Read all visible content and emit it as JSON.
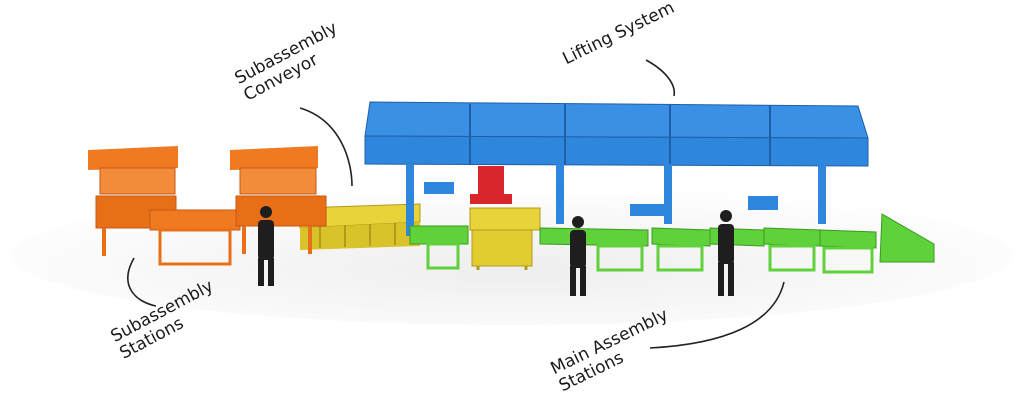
{
  "labels": {
    "subassembly_conveyor": [
      "Subassembly",
      "Conveyor"
    ],
    "lifting_system": "Lifting System",
    "subassembly_stations": [
      "Subassembly",
      "Stations"
    ],
    "main_assembly_stations": [
      "Main Assembly",
      "Stations"
    ]
  },
  "colors": {
    "subassembly_stations": "#f07a22",
    "conveyor": "#e8d33a",
    "lifting_frame": "#2f86dd",
    "main_stations": "#5fd13a",
    "gripper": "#d8262b",
    "worker": "#1e1e1e",
    "leader_line": "#222222"
  }
}
